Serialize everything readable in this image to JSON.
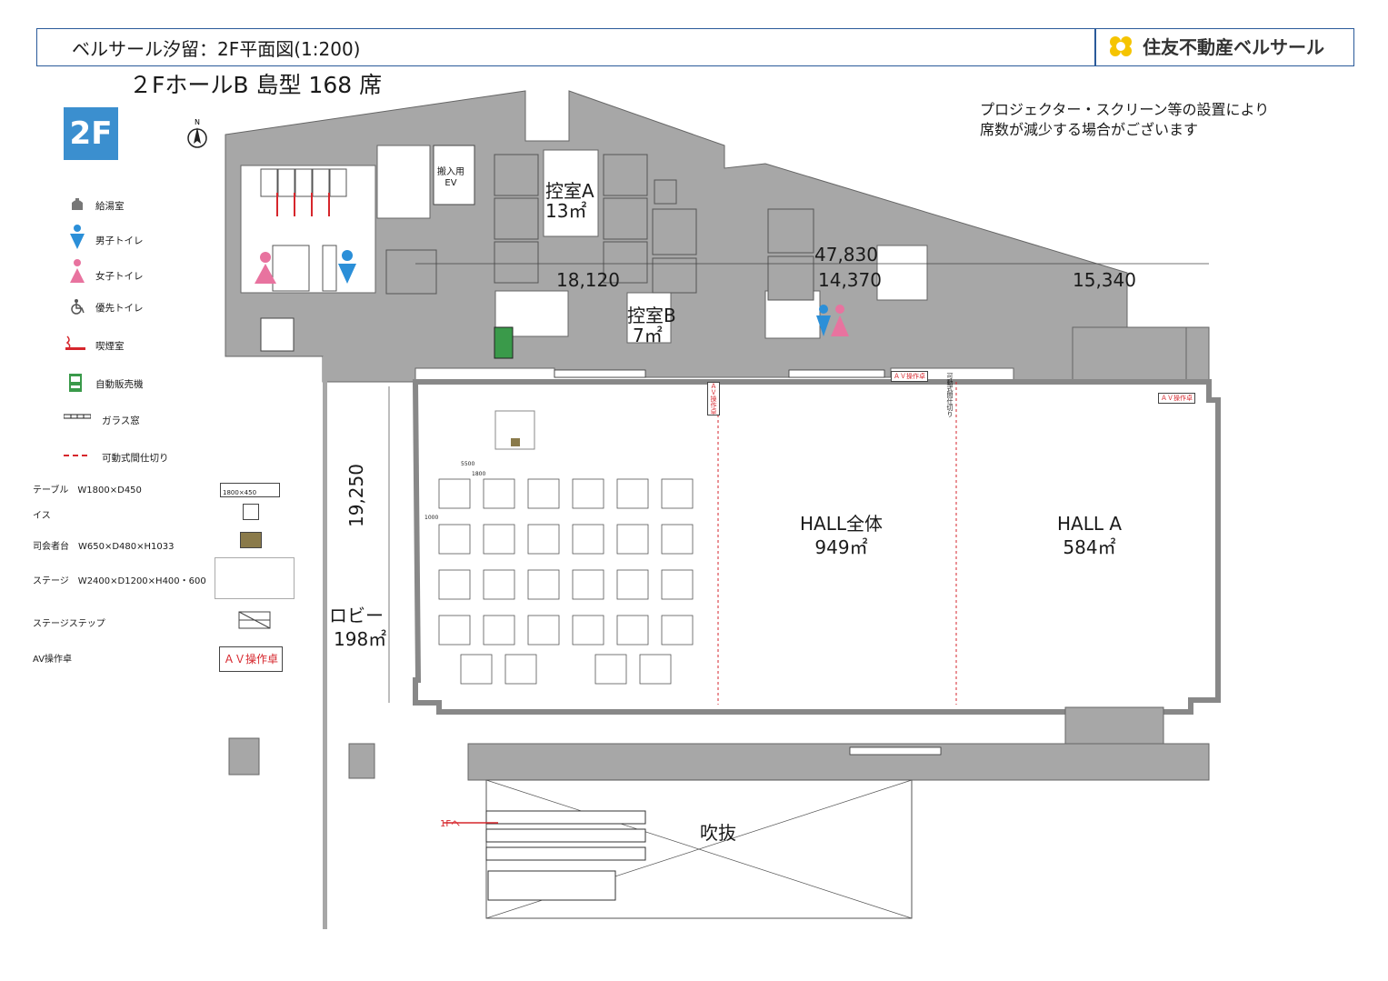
{
  "header": {
    "title": "ベルサール汐留：2F平面図(1:200)",
    "brand": "住友不動産ベルサール"
  },
  "subtitle": "２FホールB 島型 168 席",
  "floor_badge": "2F",
  "compass": "N",
  "notice": {
    "line1": "プロジェクター・スクリーン等の設置により",
    "line2": "席数が減少する場合がございます"
  },
  "legend": {
    "kitchen": "給湯室",
    "mens_toilet": "男子トイレ",
    "womens_toilet": "女子トイレ",
    "priority_toilet": "優先トイレ",
    "smoking": "喫煙室",
    "vending": "自動販売機",
    "glass_window": "ガラス窓",
    "partition": "可動式間仕切り",
    "table": "テーブル　W1800×D450",
    "table_size": "1800×450",
    "chair": "イス",
    "podium": "司会者台　W650×D480×H1033",
    "stage": "ステージ　W2400×D1200×H400・600",
    "stage_step": "ステージステップ",
    "av_desk": "AV操作卓",
    "av_desk_label": "ＡＶ操作卓"
  },
  "rooms": {
    "waiting_a": "控室A",
    "waiting_a_area": "13㎡",
    "waiting_b": "控室B",
    "waiting_b_area": "7㎡",
    "freight_ev_1": "搬入用",
    "freight_ev_2": "EV",
    "lobby": "ロビー",
    "lobby_area": "198㎡",
    "hall_all": "HALL全体",
    "hall_all_area": "949㎡",
    "hall_a": "HALL A",
    "hall_a_area": "584㎡",
    "atrium": "吹抜",
    "to_1f": "1Fへ"
  },
  "dimensions": {
    "total_width": "47,830",
    "hall_b_width": "18,120",
    "hall_mid_width": "14,370",
    "hall_a_width": "15,340",
    "hall_depth": "19,250",
    "row_spacing": "5500",
    "table_width": "1800",
    "aisle": "1000"
  },
  "av_labels": {
    "av1": "ＡＶ操作卓",
    "av2": "ＡＶ操作卓",
    "av3": "ＡＶ操作卓",
    "partition_note": "可動式間仕切り"
  }
}
